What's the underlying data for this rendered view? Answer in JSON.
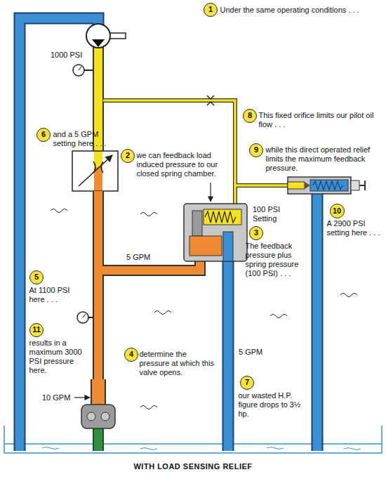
{
  "diagram": {
    "caption": "WITH LOAD SENSING RELIEF",
    "nodes": [
      {
        "text": [
          "1",
          "Under the same operating conditions . . ."
        ]
      },
      {
        "text": [
          "2",
          "we can feedback load induced pressure to our closed spring chamber."
        ]
      },
      {
        "text": [
          "3",
          "The feedback pressure plus spring pressure (100 PSI) . . ."
        ]
      },
      {
        "text": [
          "4",
          "determine the pressure at which this valve opens."
        ]
      },
      {
        "text": [
          "5",
          "At 1100 PSI here . . ."
        ]
      },
      {
        "text": [
          "6",
          "and a 5 GPM setting here . . ."
        ]
      },
      {
        "text": [
          "7",
          "our wasted H.P. figure drops to 3½ hp."
        ]
      },
      {
        "text": [
          "8",
          "This fixed orifice limits our pilot oil flow . . ."
        ]
      },
      {
        "text": [
          "9",
          "while this direct operated relief limits the maximum feedback pressure."
        ]
      },
      {
        "text": [
          "10",
          "A 2900 PSI setting here . . ."
        ]
      },
      {
        "text": [
          "11",
          "results in a maximum 3000 PSI pressure here."
        ]
      }
    ],
    "labels": [
      "1000 PSI",
      "100 PSI Setting",
      "5 GPM",
      "5 GPM",
      "10 GPM"
    ]
  }
}
